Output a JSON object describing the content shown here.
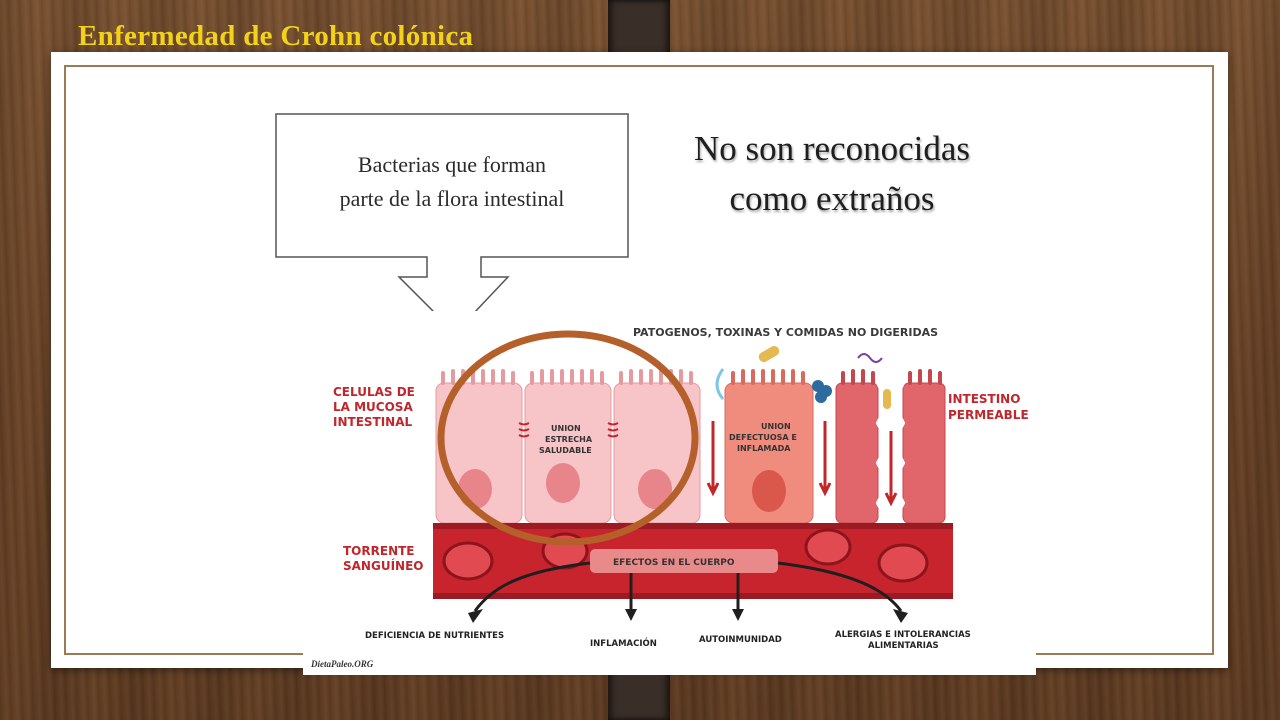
{
  "slide": {
    "title": "Enfermedad de Crohn colónica",
    "heading_line1": "No son reconocidas",
    "heading_line2": "como extraños",
    "callout_line1": "Bacterias que forman",
    "callout_line2": "parte de la flora intestinal"
  },
  "figure": {
    "top_label": "PATOGENOS, TOXINAS Y COMIDAS NO DIGERIDAS",
    "left_label_1": "CELULAS DE",
    "left_label_2": "LA MUCOSA",
    "left_label_3": "INTESTINAL",
    "right_label_1": "INTESTINO",
    "right_label_2": "PERMEABLE",
    "blood_label_1": "TORRENTE",
    "blood_label_2": "SANGUÍNEO",
    "healthy_1": "UNION",
    "healthy_2": "ESTRECHA",
    "healthy_3": "SALUDABLE",
    "defect_1": "UNION",
    "defect_2": "DEFECTUOSA E",
    "defect_3": "INFLAMADA",
    "effects": "EFECTOS EN EL CUERPO",
    "out_1": "DEFICIENCIA DE NUTRIENTES",
    "out_2": "INFLAMACIÓN",
    "out_3": "AUTOINMUNIDAD",
    "out_4a": "ALERGIAS E INTOLERANCIAS",
    "out_4b": "ALIMENTARIAS",
    "credit": "DietaPaleo.ORG"
  },
  "colors": {
    "title": "#f2d31a",
    "highlight_circle": "#b5602a",
    "label_red": "#c0262b"
  }
}
